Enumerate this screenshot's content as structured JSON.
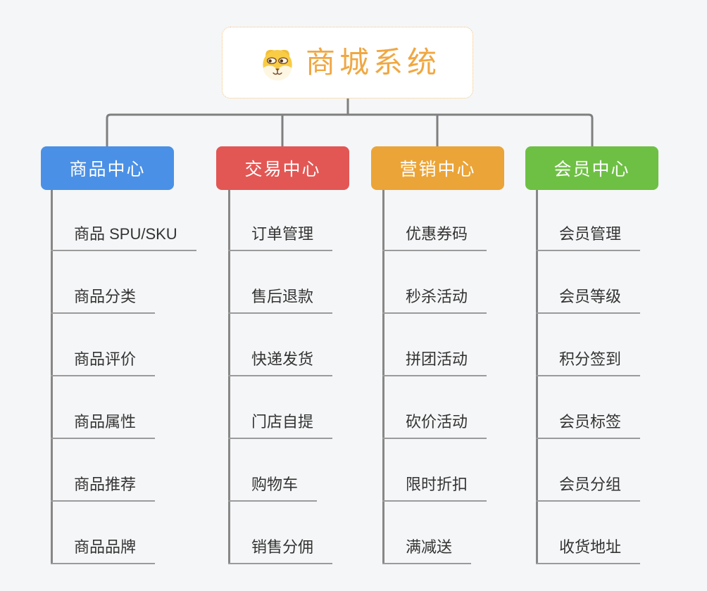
{
  "root": {
    "title": "商城系统",
    "icon": "shiba-dog-face-icon",
    "title_color": "#F0A742",
    "border_color": "#F3C17A"
  },
  "colors": {
    "background": "#F5F6F7",
    "connector_line": "#7F7F7F",
    "leaf_line": "#878787",
    "leaf_underline": "#9B9B9B",
    "leaf_text": "#333333",
    "branch_text": "#FFFFFF"
  },
  "branches": [
    {
      "label": "商品中心",
      "color": "#4A90E6",
      "children": [
        "商品 SPU/SKU",
        "商品分类",
        "商品评价",
        "商品属性",
        "商品推荐",
        "商品品牌"
      ]
    },
    {
      "label": "交易中心",
      "color": "#E25754",
      "children": [
        "订单管理",
        "售后退款",
        "快递发货",
        "门店自提",
        "购物车",
        "销售分佣"
      ]
    },
    {
      "label": "营销中心",
      "color": "#EBA437",
      "children": [
        "优惠券码",
        "秒杀活动",
        "拼团活动",
        "砍价活动",
        "限时折扣",
        "满减送"
      ]
    },
    {
      "label": "会员中心",
      "color": "#6EC044",
      "children": [
        "会员管理",
        "会员等级",
        "积分签到",
        "会员标签",
        "会员分组",
        "收货地址"
      ]
    }
  ]
}
